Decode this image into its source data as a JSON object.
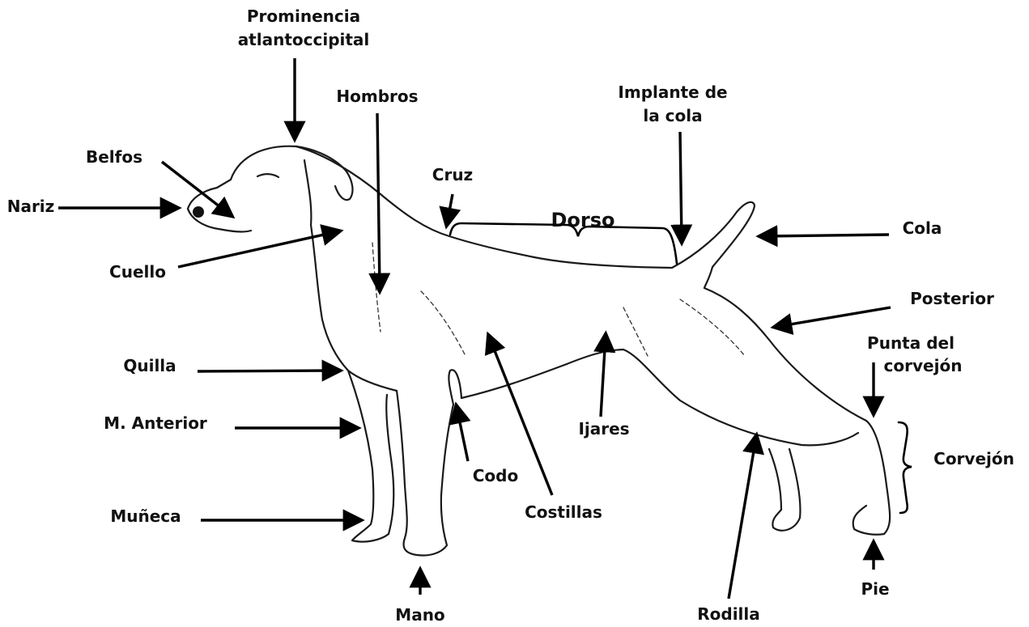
{
  "labels": {
    "prominencia": [
      "Prominencia",
      "atlantoccipital"
    ],
    "hombros": "Hombros",
    "implante": [
      "Implante de",
      "la cola"
    ],
    "belfos": "Belfos",
    "nariz": "Nariz",
    "cruz": "Cruz",
    "dorso": "Dorso",
    "cola": "Cola",
    "cuello": "Cuello",
    "posterior": "Posterior",
    "punta": [
      "Punta del",
      "corvejón"
    ],
    "quilla": "Quilla",
    "anterior": "M. Anterior",
    "ijares": "Ijares",
    "corvejon": "Corvejón",
    "codo": "Codo",
    "muneca": "Muñeca",
    "costillas": "Costillas",
    "pie": "Pie",
    "mano": "Mano",
    "rodilla": "Rodilla"
  }
}
